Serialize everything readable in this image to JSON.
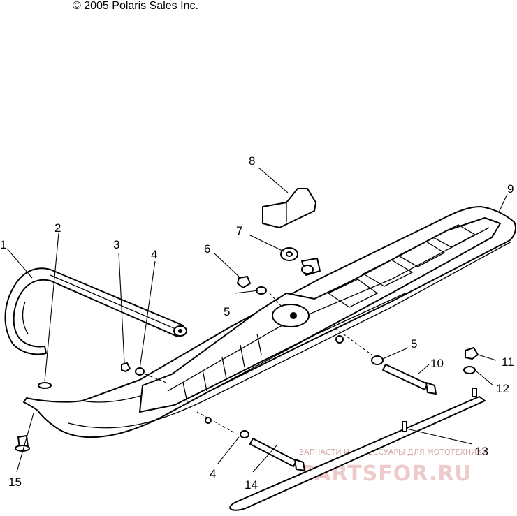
{
  "copyright": "© 2005 Polaris Sales Inc.",
  "callouts": [
    "1",
    "2",
    "3",
    "4",
    "5",
    "6",
    "7",
    "8",
    "9",
    "10",
    "11",
    "12",
    "13",
    "14",
    "15",
    "4",
    "5"
  ],
  "watermark": {
    "caption": "ЗАПЧАСТИ И АКСЕССУАРЫ ДЛЯ МОТОТЕХНИКИ",
    "brand": "PARTSFOR.RU"
  }
}
